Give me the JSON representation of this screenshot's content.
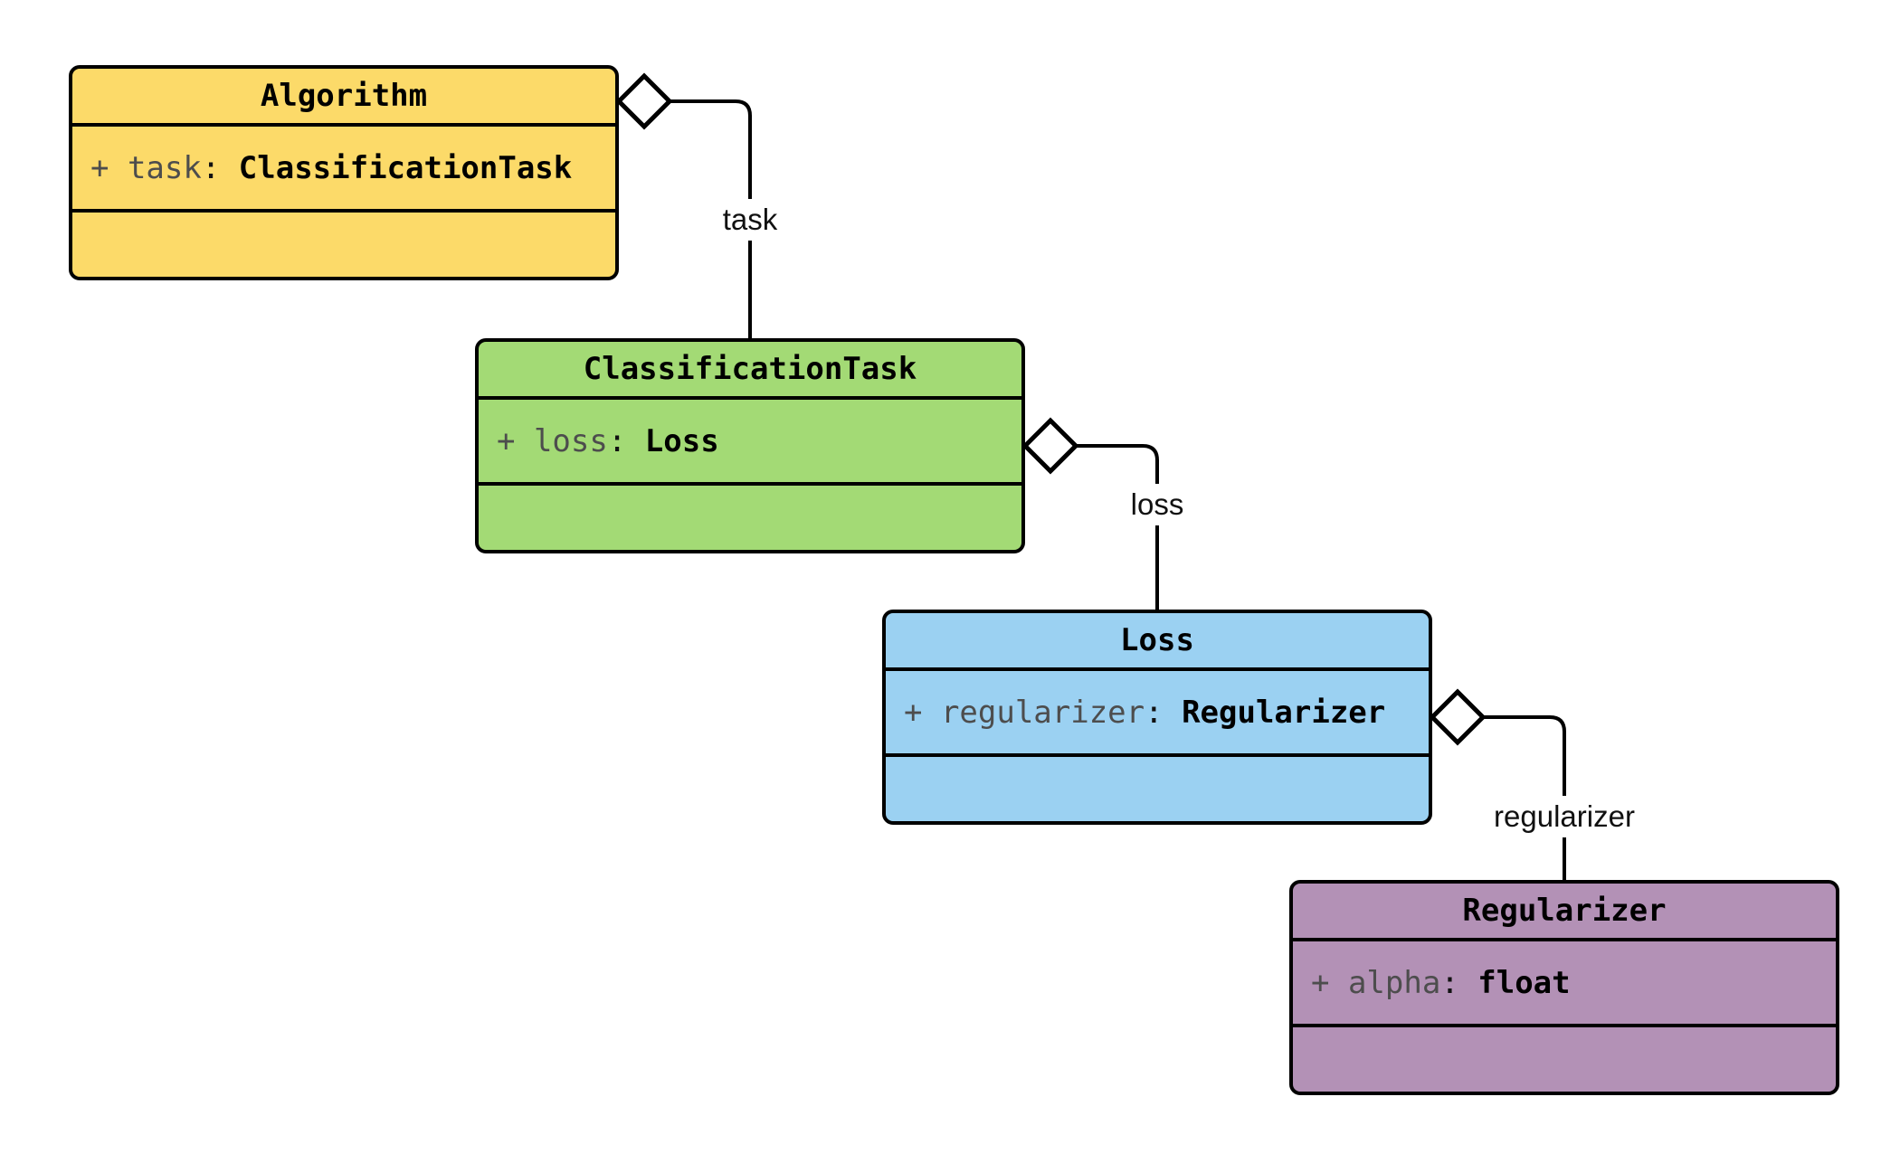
{
  "diagram": {
    "type": "uml-class-diagram",
    "background": "#ffffff",
    "classes": [
      {
        "name": "Algorithm",
        "fill": "#fcda69",
        "attribute": {
          "prefix": "+ task",
          "colon": ": ",
          "type": "ClassificationTask"
        },
        "methods": ""
      },
      {
        "name": "ClassificationTask",
        "fill": "#a3da75",
        "attribute": {
          "prefix": "+ loss",
          "colon": ": ",
          "type": "Loss"
        },
        "methods": ""
      },
      {
        "name": "Loss",
        "fill": "#9bd1f2",
        "attribute": {
          "prefix": "+ regularizer",
          "colon": ": ",
          "type": "Regularizer"
        },
        "methods": ""
      },
      {
        "name": "Regularizer",
        "fill": "#b391b6",
        "attribute": {
          "prefix": "+ alpha",
          "colon": ": ",
          "type": "float"
        },
        "methods": ""
      }
    ],
    "edges": [
      {
        "label": "task",
        "kind": "aggregation",
        "from": "Algorithm",
        "to": "ClassificationTask"
      },
      {
        "label": "loss",
        "kind": "aggregation",
        "from": "ClassificationTask",
        "to": "Loss"
      },
      {
        "label": "regularizer",
        "kind": "aggregation",
        "from": "Loss",
        "to": "Regularizer"
      }
    ],
    "colors": {
      "border": "#000000",
      "line": "#000000",
      "diamond_fill": "#ffffff",
      "attr_name": "#4d4d4d",
      "attr_type": "#000000"
    }
  }
}
